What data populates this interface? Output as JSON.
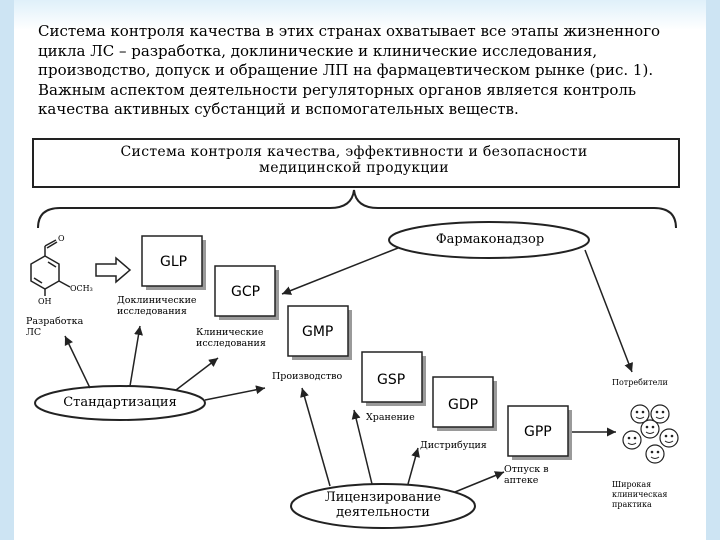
{
  "intro": {
    "lines": [
      "Система контроля качества в этих странах охватывает все этапы жизненного",
      "цикла ЛС – разработка, доклинические и клинические исследования,",
      "производство, допуск и обращение ЛП на фармацевтическом рынке (рис. 1).",
      "Важным аспектом деятельности регуляторных органов является контроль",
      "качества активных субстанций и вспомогательных веществ."
    ]
  },
  "diagram": {
    "title_line1": "Система контроля качества, эффективности и безопасности",
    "title_line2": "медицинской продукции",
    "boxes": {
      "glp": "GLP",
      "gcp": "GCP",
      "gmp": "GMP",
      "gsp": "GSP",
      "gdp": "GDP",
      "gpp": "GPP"
    },
    "ovals": {
      "pharma": "Фармаконадзор",
      "standard": "Стандартизация",
      "license_line1": "Лицензирование",
      "license_line2": "деятельности"
    },
    "labels": {
      "development_line1": "Разработка",
      "development_line2": "ЛС",
      "preclinical_line1": "Доклинические",
      "preclinical_line2": "исследования",
      "clinical_line1": "Клинические",
      "clinical_line2": "исследования",
      "production": "Производство",
      "storage": "Хранение",
      "distribution": "Дистрибуция",
      "release_line1": "Отпуск в",
      "release_line2": "аптеке",
      "consumers": "Потребители",
      "practice_line1": "Широкая",
      "practice_line2": "клиническая",
      "practice_line3": "практика"
    },
    "molecule": {
      "aldehyde": "O",
      "hydroxyl": "OH",
      "methoxy": "OCH₃"
    }
  },
  "colors": {
    "rail": "#cde4f3",
    "line": "#222222"
  }
}
